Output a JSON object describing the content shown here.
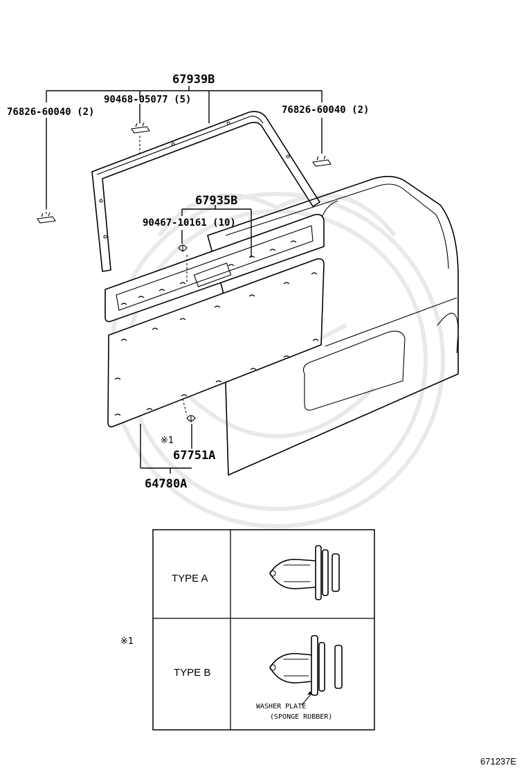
{
  "part_numbers": {
    "moulding_assy": "67939B",
    "moulding_clip_left": "76826-60040 (2)",
    "moulding_clip_right": "76826-60040 (2)",
    "moulding_clip_center": "90468-05077 (5)",
    "trim_panel_upper": "67935B",
    "trim_panel_clip": "90467-10161 (10)",
    "trim_panel_lower": "64780A",
    "trim_board_clip": "67751A"
  },
  "callout_mark": "※1",
  "clip_table": {
    "mark": "※1",
    "rows": [
      {
        "label": "TYPE A"
      },
      {
        "label": "TYPE B"
      }
    ],
    "note_line1": "WASHER PLATE",
    "note_line2": "(SPONGE RUBBER)"
  },
  "figure_code": "671237E"
}
